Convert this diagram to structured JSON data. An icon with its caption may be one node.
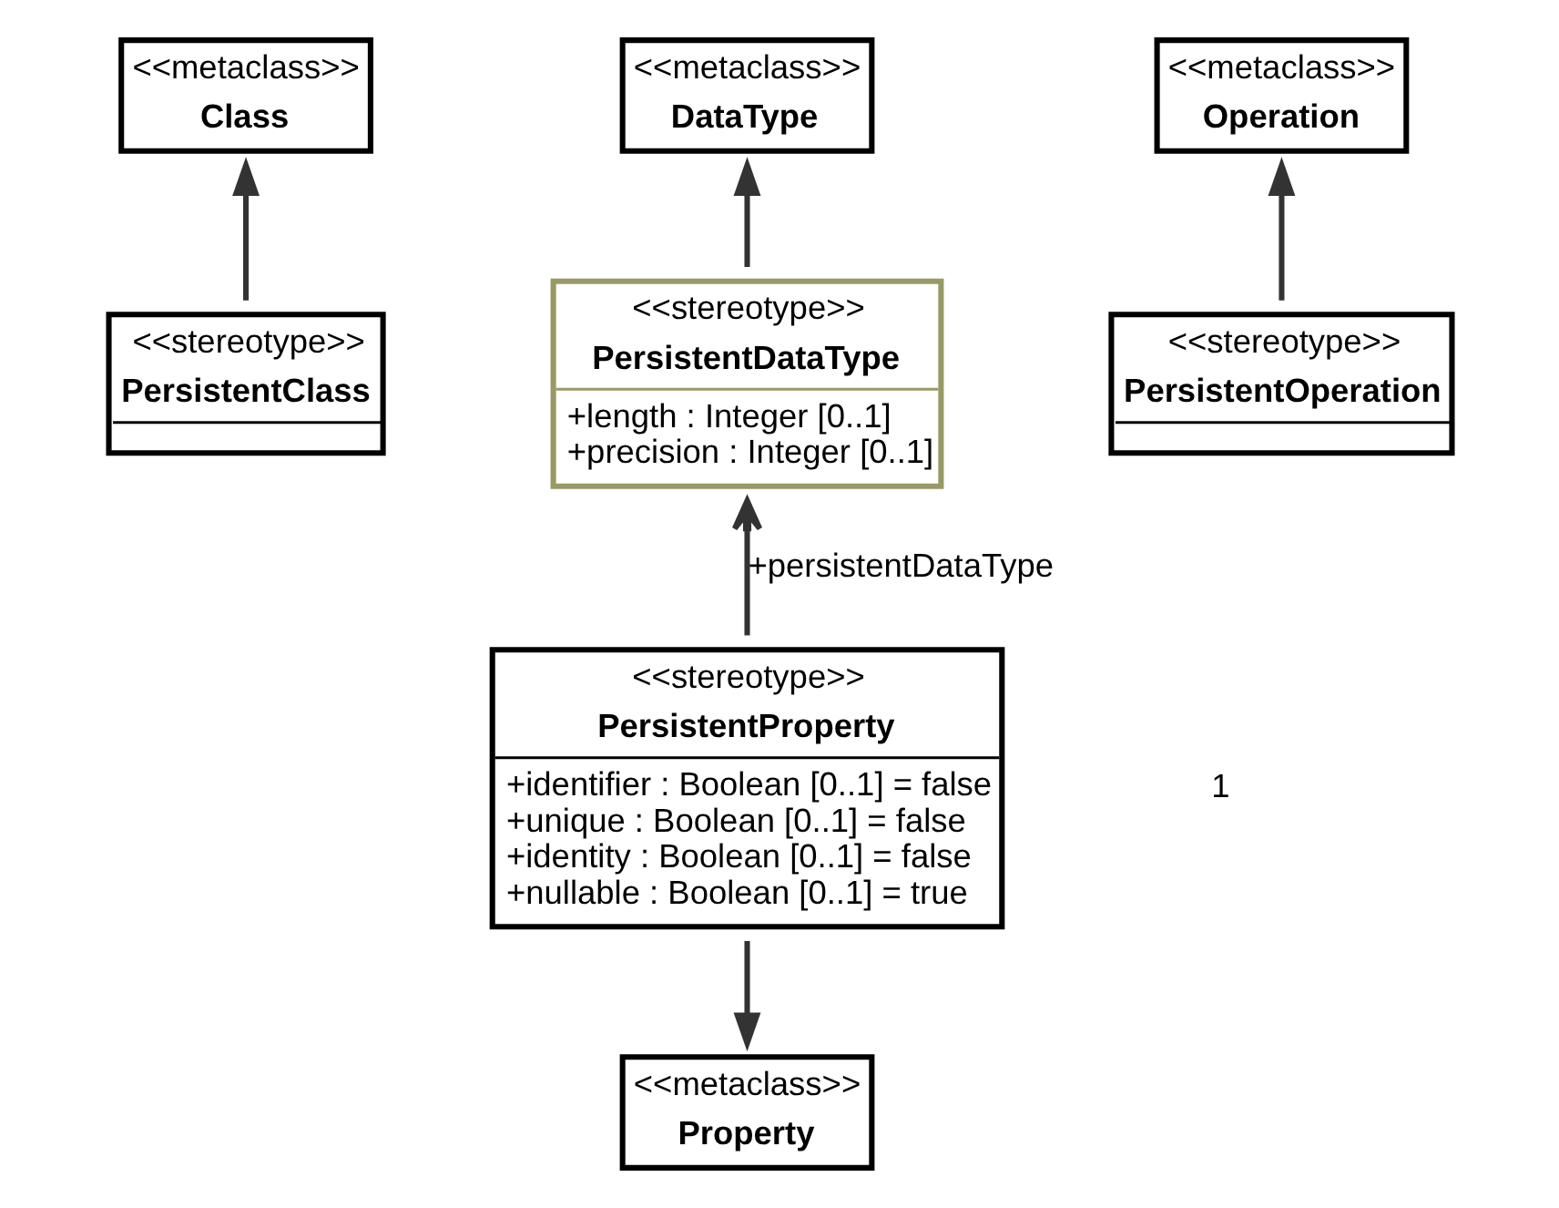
{
  "diagram": {
    "nodes": [
      {
        "text": [
          "<<metaclass>>",
          "Class"
        ]
      },
      {
        "text": [
          "<<metaclass>>",
          "DataType"
        ]
      },
      {
        "text": [
          "<<metaclass>>",
          "Operation"
        ]
      },
      {
        "text": [
          "<<stereotype>>",
          "PersistentClass"
        ]
      },
      {
        "text": [
          "<<stereotype>>",
          "PersistentDataType",
          "+length : Integer [0..1]",
          "+precision : Integer [0..1]"
        ]
      },
      {
        "text": [
          "<<stereotype>>",
          "PersistentOperation"
        ]
      },
      {
        "text": [
          "<<stereotype>>",
          "PersistentProperty",
          "+identifier : Boolean [0..1] = false",
          "+unique : Boolean [0..1] = false",
          "+identity : Boolean [0..1] = false",
          "+nullable : Boolean [0..1] = true"
        ]
      },
      {
        "text": [
          "<<metaclass>>",
          "Property"
        ]
      }
    ],
    "edges": [
      {
        "from": 3,
        "to": 0,
        "arrow": "to"
      },
      {
        "from": 4,
        "to": 1,
        "arrow": "to"
      },
      {
        "from": 5,
        "to": 2,
        "arrow": "to"
      },
      {
        "from": 6,
        "to": 4,
        "arrow": "to",
        "label": "+persistentDataType"
      },
      {
        "from": 6,
        "to": 7,
        "arrow": "to"
      }
    ],
    "labels": [
      "1"
    ]
  }
}
